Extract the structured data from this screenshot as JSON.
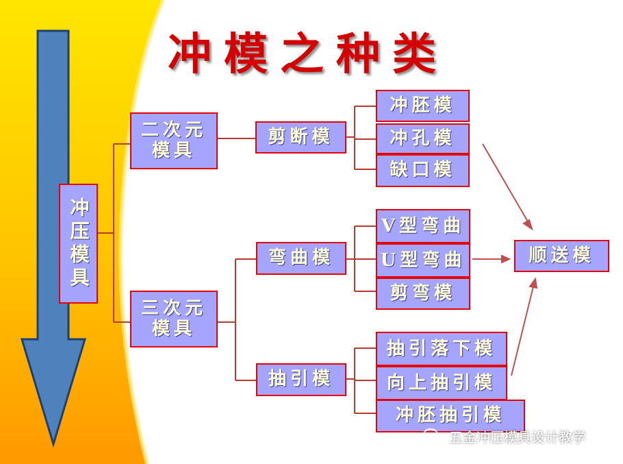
{
  "slide": {
    "title": "冲模之种类",
    "colors": {
      "box_fill": "#a5a5ff",
      "box_border": "#e60000",
      "text": "#ffffd4",
      "title": "#d40000",
      "line": "#b83a2a",
      "arrow_fill": "#4f81bd"
    }
  },
  "nodes": {
    "root": "冲压模具",
    "two_dim": "二次元模具",
    "three_dim": "三次元模具",
    "shearing": "剪断模",
    "bending": "弯曲模",
    "drawing": "抽引模",
    "blanking": "冲胚模",
    "piercing": "冲孔模",
    "notching": "缺口模",
    "v_bend": "V型弯曲",
    "u_bend": "U型弯曲",
    "shear_bend": "剪弯模",
    "draw_down": "抽引落下模",
    "draw_up": "向上抽引模",
    "blank_draw": "冲胚抽引模",
    "progressive": "顺送模"
  },
  "watermark": {
    "text": "五金冲压模具设计教学",
    "icon": "wechat-icon"
  }
}
